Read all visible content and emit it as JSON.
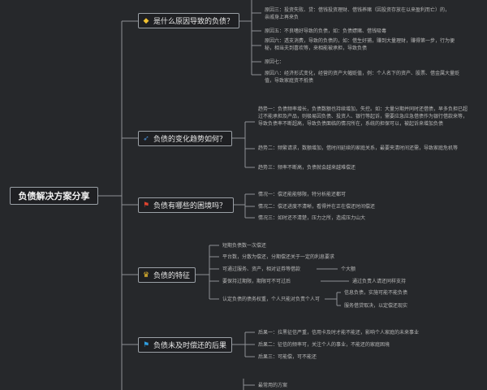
{
  "root": "负债解决方案分享",
  "branches": [
    {
      "label": "是什么原因导致的负债？",
      "icon": "diamond-icon",
      "icon_color": "#f2c230"
    },
    {
      "label": "负债的变化趋势如何？",
      "icon": "rocket-icon",
      "icon_color": "#4a90d9"
    },
    {
      "label": "负债有哪些的困境吗？",
      "icon": "flag-icon",
      "icon_color": "#e0432f"
    },
    {
      "label": "负债的特征",
      "icon": "trophy-icon",
      "icon_color": "#f2c230"
    },
    {
      "label": "负债未及时偿还的后果",
      "icon": "flag-icon",
      "icon_color": "#2f9ee0"
    }
  ],
  "leaves": {
    "b1": [
      "原因三：投资失败、贷：借钱投资理财、借钱养赌（因投资存放在以来盈利而亡）的，亲戚身上再来负",
      "原因五：不良嗜好导致的负债，如：负债嫖赌、借钱吸毒",
      "原因六：透支消费，导致的负债的，如：借生好捕，赚到大量理财，赚得第一步，行为便秘，相当夫到喜欢等，来相能被承担，导致负债",
      "原因七：",
      "原因八：经济形式变化，经营的资产大幅贬值，例：个人名下的资产、股票、借金属大量贬值，导致家庭资不抵债"
    ],
    "b2": [
      "趋势一：负债频率增长，负债数额也持续增加，失控。如：大量分期并同时还借债，早多负担已超过不能承担及产品，则极易因负债、投资人、银行等起诉，需要应急应急借债作为银行借款来等，导致负债率不断超高，导致负债面临的情况所在，系统的担保可以，被起诉来增加负债",
      "趋势二：频繁请求，数额增加，借时间延续的家庭关系，最要夹清时间还需，导致家庭危机等",
      "趋势三：频率不断高，负债就会越来越难偿还"
    ],
    "b3": [
      "情况一：偿还能能够限，特分析能还都可",
      "情况二：偿还进度不清晰，看得并在正在偿还时间偿还",
      "情况三：如时还不清楚，压力之所，造成压力山大"
    ],
    "b4": [
      "短期负债数一次偿还",
      "平台数，分散为偿还，分期偿还关于一定的利息要求",
      "可通过服务、资产，相对证券等借款",
      "要保持过期限，期限可不可过后",
      "认定负债的债务权重，个人只能对负责个人可",
      "个大额",
      "通过负责人请还同样支持",
      "信息负债，实施可能不能负债",
      "服务借贷取决，以定偿还现实"
    ],
    "b5": [
      "后果一：拉黑征信严重，信用卡及时才能不能还，影响个人家庭的未来事业",
      "后果二：征信的频率可，关注个人的事业，不能还的家庭困境",
      "后果三：可能偿，可不能还"
    ],
    "b6": [
      "最常用的方案"
    ]
  }
}
